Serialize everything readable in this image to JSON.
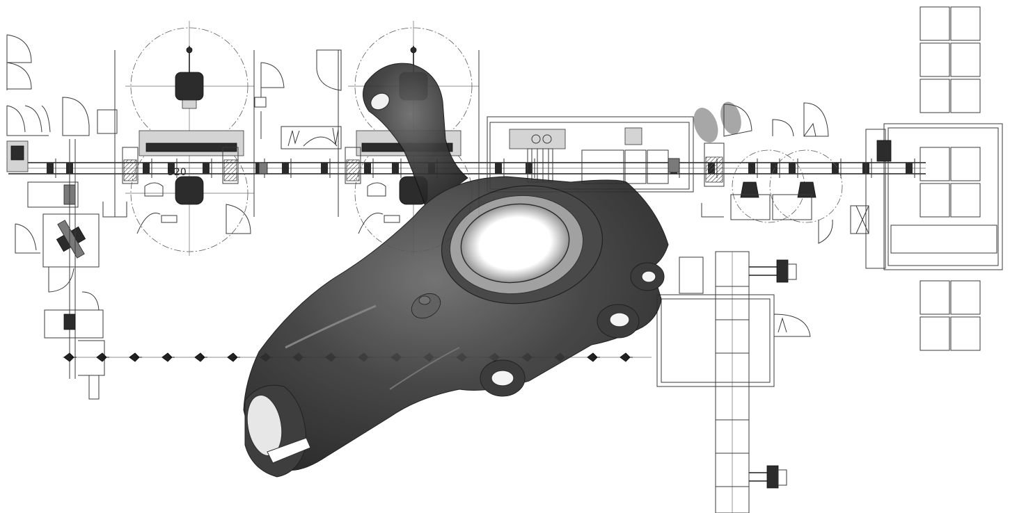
{
  "layout": {
    "station_label": "520"
  },
  "colors": {
    "line": "#3a3a3a",
    "part_dark": "#262626",
    "part_mid": "#4a4a4a",
    "background": "#ffffff"
  },
  "elements": {
    "part": "steering-knuckle-casting",
    "line": "automated-machining-transfer-line"
  }
}
